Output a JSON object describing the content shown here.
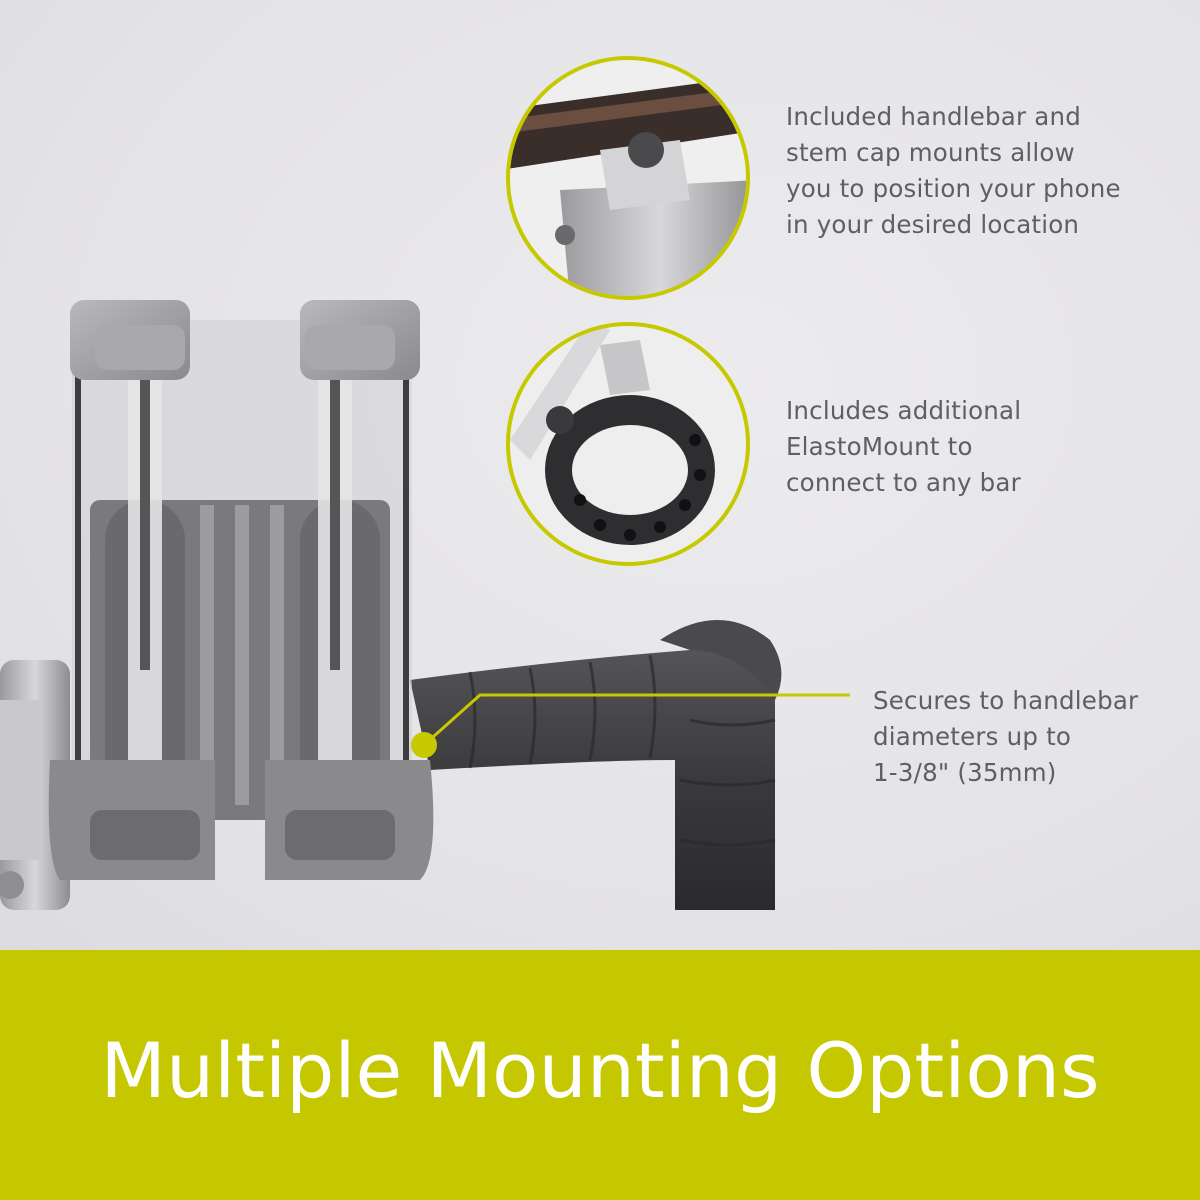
{
  "features": [
    {
      "text": "Included handlebar and\nstem cap mounts allow\nyou to position your phone\nin your desired location"
    },
    {
      "text": "Includes additional\nElastoMount to\nconnect to any bar"
    },
    {
      "text": "Secures to handlebar\ndiameters up to\n1-3/8\" (35mm)"
    }
  ],
  "banner": {
    "title": "Multiple Mounting Options"
  },
  "colors": {
    "accent": "#c7c900",
    "banner_bg": "#c5c800",
    "text": "#5f5f62",
    "background": "#e7e6e8",
    "handlebar_tape": "#3a3a3c"
  }
}
